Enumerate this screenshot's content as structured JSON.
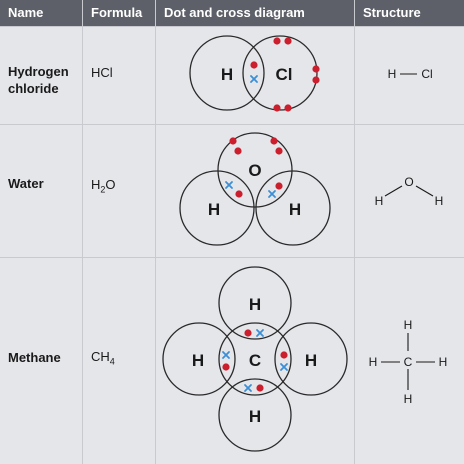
{
  "headers": {
    "name": "Name",
    "formula": "Formula",
    "diagram": "Dot and cross diagram",
    "structure": "Structure"
  },
  "rows": [
    {
      "name": "Hydrogen chloride",
      "name_line1": "Hydrogen",
      "name_line2": "chloride",
      "formula_main": "HCl",
      "formula_sub": "",
      "atoms": [
        "H",
        "Cl"
      ],
      "structure": [
        "H",
        "Cl"
      ]
    },
    {
      "name": "Water",
      "formula_main": "H",
      "formula_sub": "2",
      "formula_tail": "O",
      "atoms": [
        "O",
        "H",
        "H"
      ],
      "structure": [
        "O",
        "H",
        "H"
      ]
    },
    {
      "name": "Methane",
      "formula_main": "CH",
      "formula_sub": "4",
      "atoms": [
        "H",
        "H",
        "C",
        "H",
        "H"
      ],
      "structure": [
        "H",
        "H",
        "C",
        "H",
        "H"
      ]
    }
  ],
  "colors": {
    "header_bg": "#5d6068",
    "row_bg": "#e5e6ea",
    "dot": "#cc1f2e",
    "cross": "#3b8fd6"
  },
  "symbols": {
    "dot": "red-dot-electron",
    "cross": "blue-cross-electron"
  }
}
